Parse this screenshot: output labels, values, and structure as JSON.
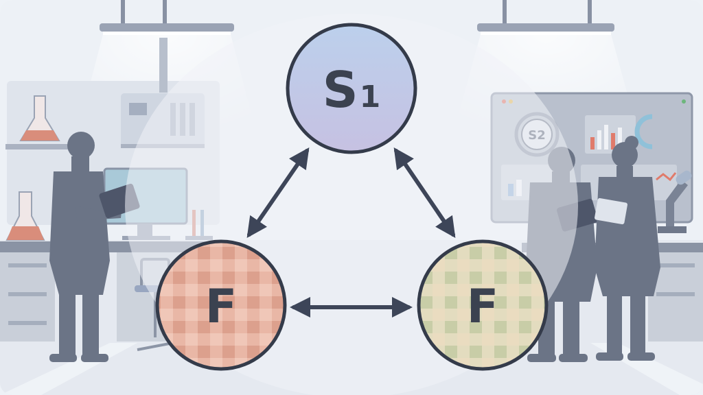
{
  "diagram": {
    "nodes": [
      {
        "id": "top",
        "main": "S",
        "sub": "1",
        "fill": "#b9c7e6"
      },
      {
        "id": "left",
        "main": "F",
        "sub": "",
        "fill": "#e8b8a8"
      },
      {
        "id": "right",
        "main": "F",
        "sub": "",
        "fill": "#dcd8b8"
      }
    ],
    "screen_label": "S2",
    "edges": [
      {
        "from": "top",
        "to": "left",
        "bidirectional": true
      },
      {
        "from": "top",
        "to": "right",
        "bidirectional": true
      },
      {
        "from": "left",
        "to": "right",
        "bidirectional": true
      }
    ]
  },
  "colors": {
    "arrow": "#3d4558",
    "outline": "#343b4a",
    "silhouette": "#6b7486"
  }
}
